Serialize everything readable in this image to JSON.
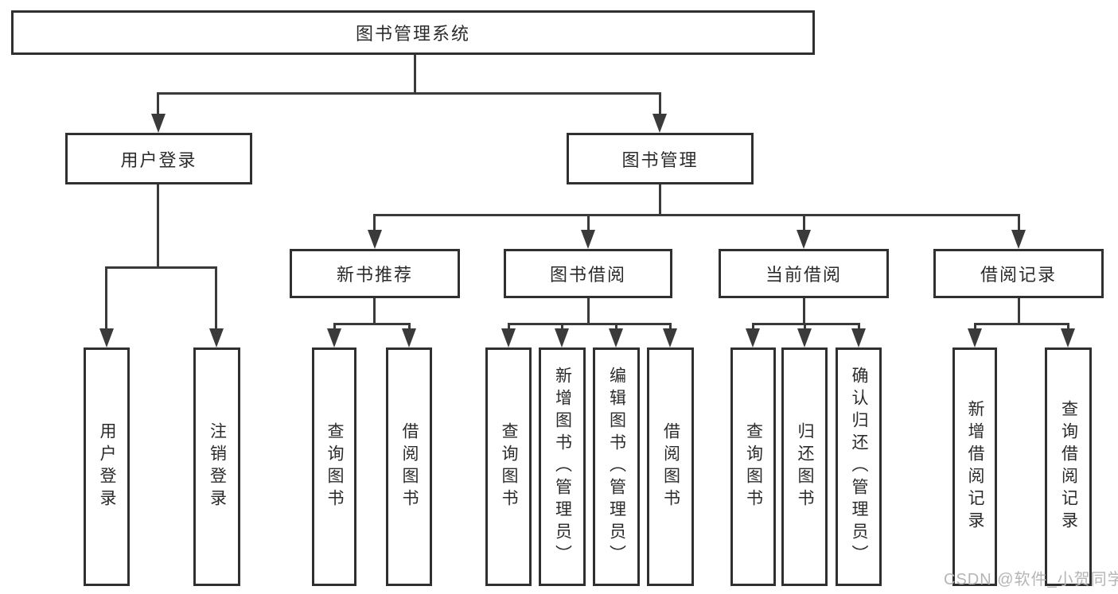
{
  "diagram": {
    "title": "图书管理系统",
    "branches": [
      {
        "label": "用户登录",
        "children": [
          {
            "label": "用户登录"
          },
          {
            "label": "注销登录"
          }
        ]
      },
      {
        "label": "图书管理",
        "children": [
          {
            "label": "新书推荐",
            "children": [
              {
                "label": "查询图书"
              },
              {
                "label": "借阅图书"
              }
            ]
          },
          {
            "label": "图书借阅",
            "children": [
              {
                "label": "查询图书"
              },
              {
                "label": "新增图书（管理员）"
              },
              {
                "label": "编辑图书（管理员）"
              },
              {
                "label": "借阅图书"
              }
            ]
          },
          {
            "label": "当前借阅",
            "children": [
              {
                "label": "查询图书"
              },
              {
                "label": "归还图书"
              },
              {
                "label": "确认归还（管理员）"
              }
            ]
          },
          {
            "label": "借阅记录",
            "children": [
              {
                "label": "新增借阅记录"
              },
              {
                "label": "查询借阅记录"
              }
            ]
          }
        ]
      }
    ],
    "line_color": "#3a3a3a",
    "box_border_color": "#303030",
    "text_color": "#2b2b2b",
    "background_color": "#ffffff"
  },
  "watermark": {
    "text": "CSDN @软件_小贺同学",
    "color": "#b5b5b5"
  }
}
